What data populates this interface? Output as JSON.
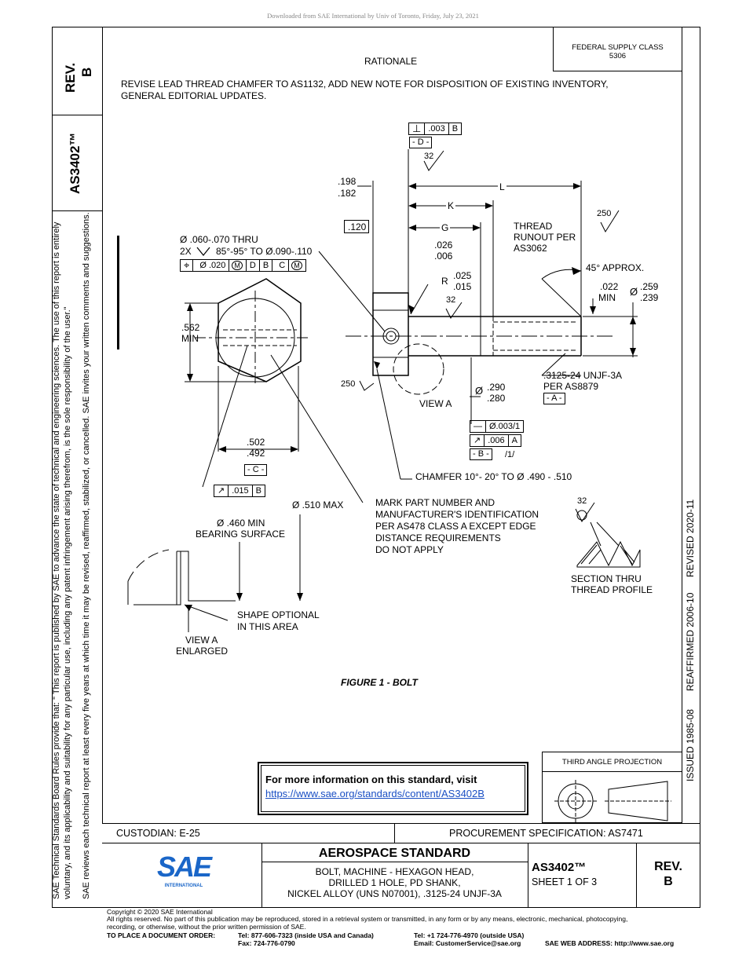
{
  "download_notice": "Downloaded from SAE International by Univ of Toronto, Friday, July 23, 2021",
  "side_notice": {
    "line1": "SAE Technical Standards Board Rules provide that: \"  This report is published by SAE to advance the state of technical and engineering sciences. The use of this report is entirely",
    "line2": "voluntary, and its applicability and suitability for any particular use, including any patent infringement arising therefrom, is the sole responsibility of the user.\"",
    "line3": "SAE reviews each technical report at least every five years at which time it may be revised, reaffirmed, stabilized, or cancelled. SAE invites your written comments and suggestions."
  },
  "header": {
    "rev_label": "REV.",
    "rev_value": "B",
    "doc_number": "AS3402™",
    "federal_supply_label": "FEDERAL SUPPLY CLASS",
    "federal_supply_value": "5306",
    "rationale_title": "RATIONALE",
    "rationale_text_1": "REVISE LEAD THREAD CHAMFER TO AS1132, ADD NEW NOTE FOR DISPOSITION OF EXISTING INVENTORY,",
    "rationale_text_2": "GENERAL EDITORIAL UPDATES."
  },
  "history": {
    "issued": "ISSUED 1985-08",
    "reaffirmed": "REAFFIRMED 2006-10",
    "revised": "REVISED 2020-11"
  },
  "drawing": {
    "caption": "FIGURE 1 - BOLT",
    "perp_tol": ".003",
    "perp_datum": "B",
    "datum_d": "D",
    "finish_32_top": "32",
    "dim_198": ".198",
    "dim_182": ".182",
    "dim_L": "L",
    "dim_K": "K",
    "dim_G": "G",
    "dim_120": ".120",
    "dim_026": ".026",
    "dim_006": ".006",
    "thread_runout_1": "THREAD",
    "thread_runout_2": "RUNOUT PER",
    "thread_runout_3": "AS3062",
    "finish_250_right": "250",
    "approx_45": "45° APPROX.",
    "dim_022": ".022",
    "dim_min": "MIN",
    "dia_symbol": "Ø",
    "dim_259": ".259",
    "dim_239": ".239",
    "hole_note_1": "Ø .060-.070 THRU",
    "hole_note_2": "2X",
    "hole_note_2b": "85°-95° TO Ø.090-.110",
    "pos_tol": "Ø .020",
    "pos_mod": "M",
    "pos_datum_1": "D",
    "pos_datum_2": "B",
    "pos_datum_3": "C",
    "pos_datum_mod": "M",
    "radius_r": "R",
    "dim_025": ".025",
    "dim_015": ".015",
    "finish_32_mid": "32",
    "dim_562": ".562",
    "dim_562_min": "MIN",
    "thread_spec_1": ".3125-24 UNJF-3A",
    "thread_spec_2": "PER AS8879",
    "datum_a": "A",
    "finish_250_left": "250",
    "dim_290": ".290",
    "dim_280": ".280",
    "view_a": "VIEW A",
    "straight_tol": "Ø.003/1",
    "runout_tol": ".006",
    "runout_datum": "A",
    "datum_b": "B",
    "per_1": "/1/",
    "dim_502": ".502",
    "dim_492": ".492",
    "datum_c": "C",
    "runout_tol_2": ".015",
    "runout_datum_2": "B",
    "chamfer_note": "CHAMFER 10°- 20° TO Ø .490 - .510",
    "dia_510_max": "Ø .510 MAX",
    "dia_460_min": "Ø .460 MIN",
    "bearing_surface": "BEARING SURFACE",
    "mark_note_1": "MARK PART NUMBER AND",
    "mark_note_2": "MANUFACTURER'S IDENTIFICATION",
    "mark_note_3": "PER AS478 CLASS A EXCEPT EDGE",
    "mark_note_4": "DISTANCE REQUIREMENTS",
    "mark_note_5": "DO NOT APPLY",
    "finish_32_section": "32",
    "section_1": "SECTION THRU",
    "section_2": "THREAD PROFILE",
    "shape_optional_1": "SHAPE OPTIONAL",
    "shape_optional_2": "IN THIS AREA",
    "view_a_enlarged_1": "VIEW A",
    "view_a_enlarged_2": "ENLARGED"
  },
  "info_box": {
    "text": "For more information on this standard, visit",
    "link": "https://www.sae.org/standards/content/AS3402B"
  },
  "projection": {
    "label": "THIRD ANGLE PROJECTION"
  },
  "title_block": {
    "custodian": "CUSTODIAN: E-25",
    "procurement": "PROCUREMENT SPECIFICATION: AS7471",
    "logo_text": "SAE",
    "logo_sub": "INTERNATIONAL",
    "standard_type": "AEROSPACE STANDARD",
    "title_1": "BOLT, MACHINE - HEXAGON HEAD,",
    "title_2": "DRILLED 1 HOLE, PD SHANK,",
    "title_3": "NICKEL ALLOY (UNS N07001), .3125-24 UNJF-3A",
    "doc_number": "AS3402™",
    "sheet": "SHEET 1 OF 3",
    "rev_label": "REV.",
    "rev_value": "B"
  },
  "footer": {
    "copyright": "Copyright © 2020 SAE International",
    "rights_1": "All rights reserved. No part of this publication may be reproduced, stored in a retrieval system or transmitted, in any form or by any means, electronic, mechanical, photocopying,",
    "rights_2": "recording, or otherwise, without the prior written permission of SAE.",
    "order_label": "TO PLACE A DOCUMENT ORDER:",
    "tel_us": "Tel: 877-606-7323 (inside USA and Canada)",
    "fax": "Fax: 724-776-0790",
    "tel_intl": "Tel: +1 724-776-4970 (outside USA)",
    "email": "Email: CustomerService@sae.org",
    "web": "SAE WEB ADDRESS: http://www.sae.org"
  }
}
